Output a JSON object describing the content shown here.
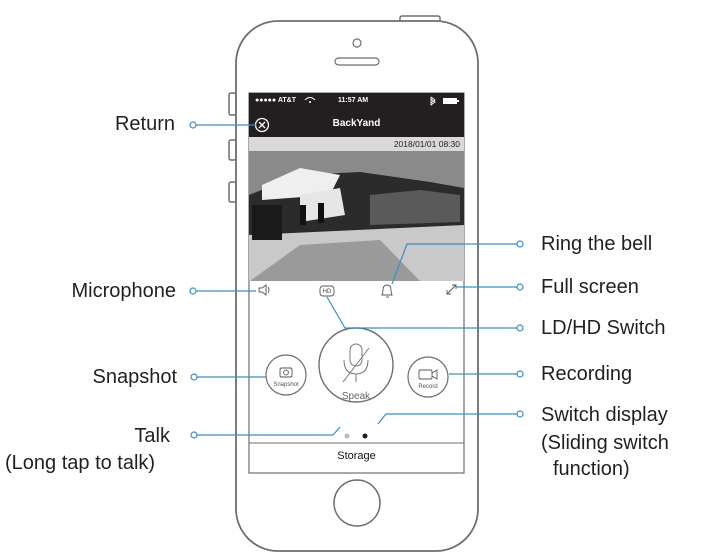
{
  "callouts": {
    "return": "Return",
    "microphone": "Microphone",
    "snapshot": "Snapshot",
    "talk_line1": "Talk",
    "talk_line2": "(Long tap to talk)",
    "ring_bell": "Ring the bell",
    "full_screen": "Full screen",
    "ld_hd_switch": "LD/HD Switch",
    "recording": "Recording",
    "switch_display_line1": "Switch display",
    "switch_display_line2": "(Sliding switch",
    "switch_display_line3": "function)"
  },
  "screen": {
    "status_carrier": "●●●●● AT&T",
    "status_time": "11:57 AM",
    "title": "BackYand",
    "timestamp": "2018/01/01 08:30",
    "hd_badge": "HD",
    "snapshot_label": "Snapshot",
    "speak_label": "Speak",
    "record_label": "Record",
    "storage_label": "Storage"
  },
  "colors": {
    "line": "#3c8fc0",
    "phone_outline": "#6d6e71",
    "screen_header": "#231f20"
  },
  "icons": [
    "close-icon",
    "speaker-icon",
    "hd-icon",
    "bell-icon",
    "fullscreen-icon",
    "camera-icon",
    "microphone-mute-icon",
    "video-camera-icon",
    "wifi-icon",
    "bluetooth-icon",
    "battery-icon"
  ],
  "page_indicator": {
    "pages": 2,
    "active": 2
  }
}
